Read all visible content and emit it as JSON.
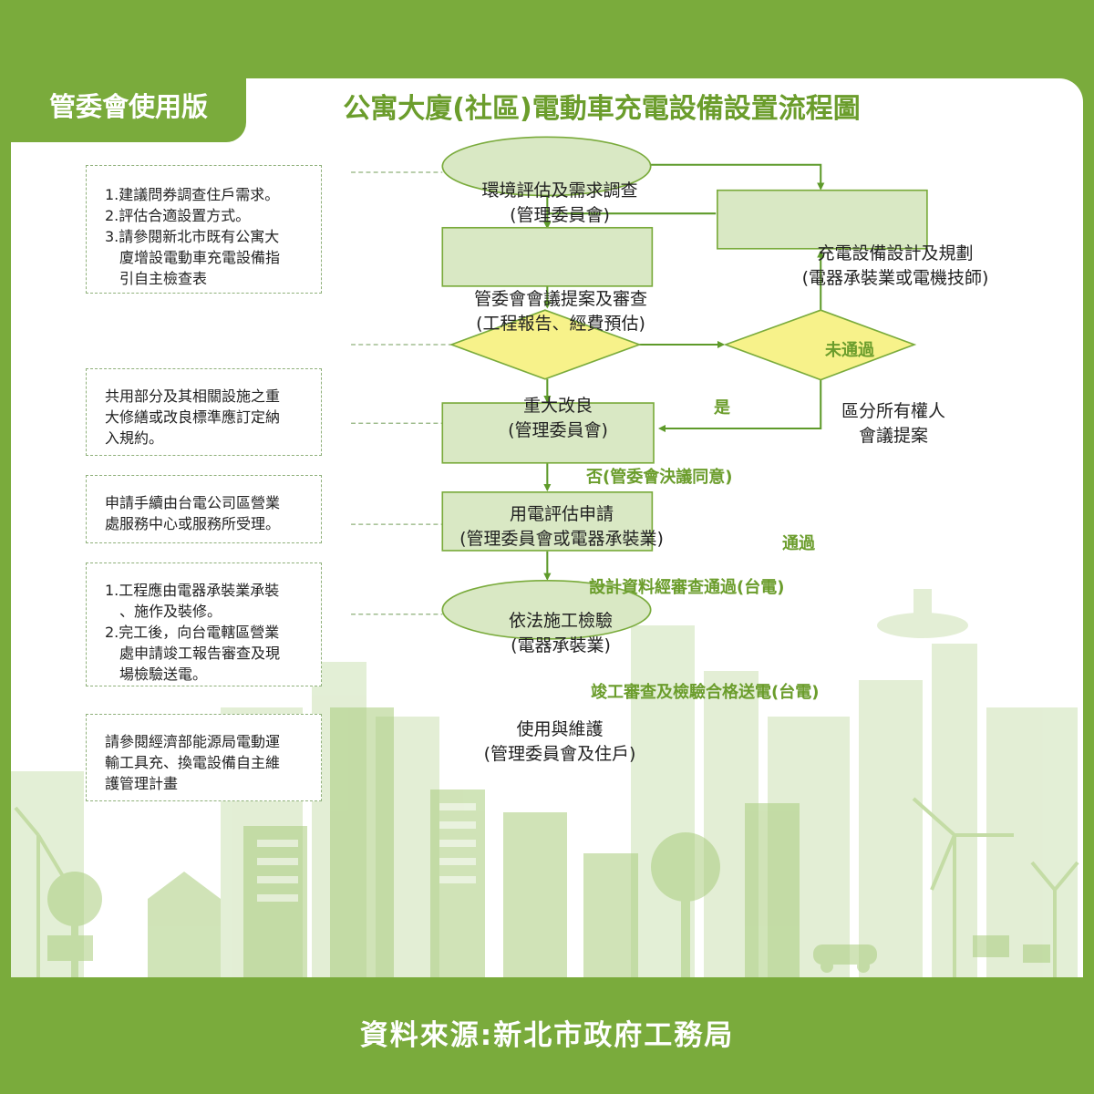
{
  "header": {
    "tab_label": "管委會使用版",
    "title": "公寓大廈(社區)電動車充電設備設置流程圖"
  },
  "nodes": {
    "env_assess": {
      "line1": "環境評估及需求調查",
      "line2": "(管理委員會)"
    },
    "design_plan": {
      "line1": "充電設備設計及規劃",
      "line2": "(電器承裝業或電機技師)"
    },
    "meeting_review": {
      "line1": "管委會會議提案及審查",
      "line2": "(工程報告、經費預估)"
    },
    "major_improve": {
      "line1": "重大改良",
      "line2": "(管理委員會)"
    },
    "owners_meeting": {
      "line1": "區分所有權人",
      "line2": "會議提案"
    },
    "power_apply": {
      "line1": "用電評估申請",
      "line2": "(管理委員會或電器承裝業)"
    },
    "construction": {
      "line1": "依法施工檢驗",
      "line2": "(電器承裝業)"
    },
    "maintenance": {
      "line1": "使用與維護",
      "line2": "(管理委員會及住戶)"
    }
  },
  "edge_labels": {
    "yes": "是",
    "not_passed": "未通過",
    "no_agree": "否(管委會決議同意)",
    "passed": "通過",
    "design_passed": "設計資料經審查通過(台電)",
    "completion_passed": "竣工審查及檢驗合格送電(台電)"
  },
  "notes": {
    "note1": {
      "item1": "1.建議問券調查住戶需求。",
      "item2": "2.評估合適設置方式。",
      "item3a": "3.請參閱新北市既有公寓大",
      "item3b": "廈增設電動車充電設備指",
      "item3c": "引自主檢查表"
    },
    "note2": {
      "l1": "共用部分及其相關設施之重",
      "l2": "大修繕或改良標準應訂定納",
      "l3": "入規約。"
    },
    "note3": {
      "l1": "申請手續由台電公司區營業",
      "l2": "處服務中心或服務所受理。"
    },
    "note4": {
      "item1a": "1.工程應由電器承裝業承裝",
      "item1b": "、施作及裝修。",
      "item2a": "2.完工後，向台電轄區營業",
      "item2b": "處申請竣工報告審查及現",
      "item2c": "場檢驗送電。"
    },
    "note5": {
      "l1": "請參閱經濟部能源局電動運",
      "l2": "輸工具充、換電設備自主維",
      "l3": "護管理計畫"
    }
  },
  "footer": {
    "source": "資料來源:新北市政府工務局"
  },
  "colors": {
    "brand_green": "#7aab3c",
    "title_green": "#6b9d2c",
    "box_fill": "#d9e8c4",
    "box_border": "#7aab3c",
    "diamond_fill": "#f7f28a",
    "arrow": "#5e9a2a"
  }
}
